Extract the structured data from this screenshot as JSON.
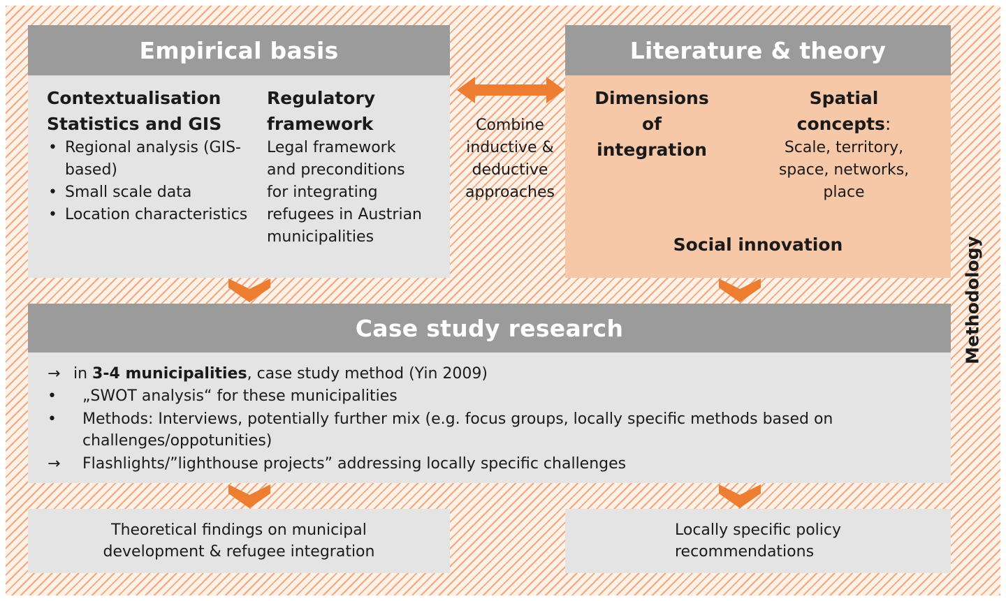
{
  "empirical": {
    "title": "Empirical basis",
    "col1_heading_1": "Contextualisation",
    "col1_heading_2": "Statistics and GIS",
    "col1_items": [
      "Regional analysis (GIS-based)",
      "Small scale data",
      "Location characteristics"
    ],
    "col2_heading_1": "Regulatory",
    "col2_heading_2": "framework",
    "col2_text": "Legal framework and preconditions for integrating refugees in Austrian municipalities"
  },
  "combine": {
    "lines": [
      "Combine",
      "inductive &",
      "deductive",
      "approaches"
    ]
  },
  "literature": {
    "title": "Literature & theory",
    "col1_heading": [
      "Dimensions",
      "of",
      "integration"
    ],
    "col2_heading_1": "Spatial",
    "col2_heading_2": "concepts",
    "col2_colon": ":",
    "col2_lines": [
      "Scale, territory,",
      "space, networks,",
      "place"
    ],
    "footer": "Social innovation"
  },
  "case_study": {
    "title": "Case study research",
    "line1_arrow": "→",
    "line1_pre": " in ",
    "line1_bold": "3-4 municipalities",
    "line1_post": ", case study method (Yin 2009)",
    "bullet": "•",
    "line2": "„SWOT analysis“ for these municipalities",
    "line3a": "Methods: Interviews, potentially further mix (e.g. focus groups, locally  specific methods based on",
    "line3b": "challenges/oppotunities)",
    "line4_arrow": "→",
    "line4": "Flashlights/”lighthouse projects” addressing locally specific challenges"
  },
  "outcomes": {
    "left": [
      "Theoretical findings on municipal",
      "development & refugee integration"
    ],
    "right": [
      "Locally specific policy",
      "recommendations"
    ]
  },
  "side_label": "Methodology",
  "colors": {
    "accent": "#ed7d31",
    "header_grey": "#9b9b9b",
    "panel_grey": "#e4e4e4",
    "panel_peach": "#f7c8a8",
    "hatch": "#f2a77c"
  }
}
